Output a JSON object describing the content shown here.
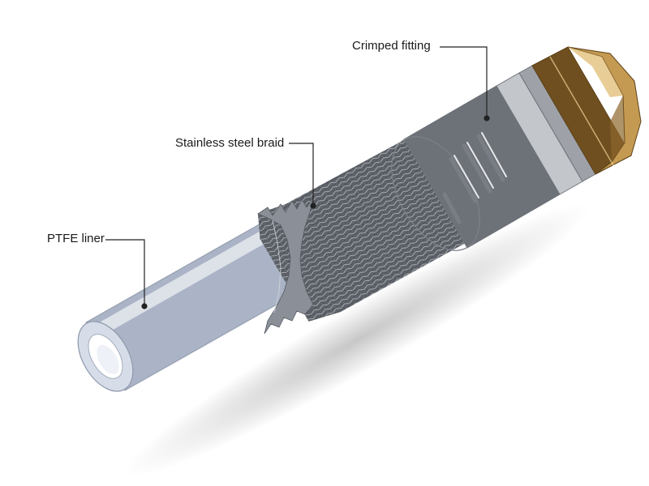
{
  "callouts": {
    "crimped_fitting": "Crimped fitting",
    "stainless_braid": "Stainless steel braid",
    "ptfe_liner": "PTFE liner"
  },
  "colors": {
    "liner": "#e6ecf6",
    "braid": "#9aa0a8",
    "ferrule": "#c9ccd1",
    "brass": "#b48a4a",
    "leader": "#222222"
  }
}
